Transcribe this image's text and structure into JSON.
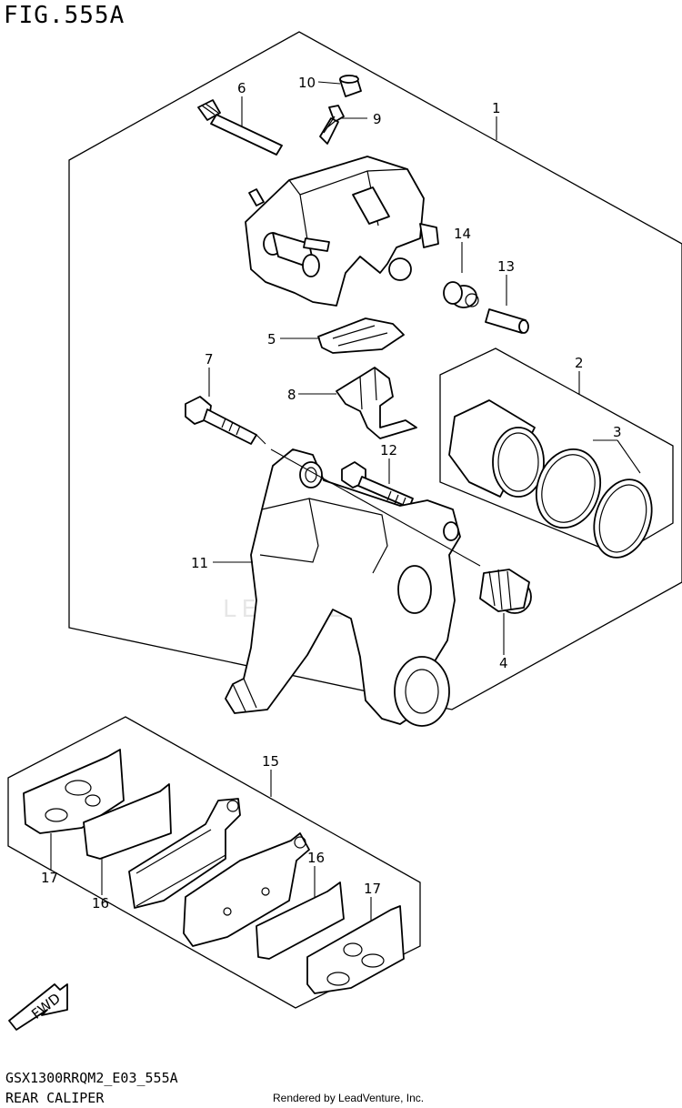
{
  "figure": {
    "title": "FIG.555A",
    "code": "GSX1300RRQM2_E03_555A",
    "name": "REAR CALIPER",
    "credit": "Rendered by LeadVenture, Inc.",
    "watermark": "LEADVENTURE"
  },
  "callouts": [
    "1",
    "2",
    "3",
    "4",
    "5",
    "6",
    "7",
    "8",
    "9",
    "10",
    "11",
    "12",
    "13",
    "14",
    "15",
    "16",
    "16",
    "17",
    "17"
  ],
  "direction_label": "FWD",
  "colors": {
    "line": "#000000",
    "background": "#ffffff",
    "watermark": "#e6e6e6"
  }
}
